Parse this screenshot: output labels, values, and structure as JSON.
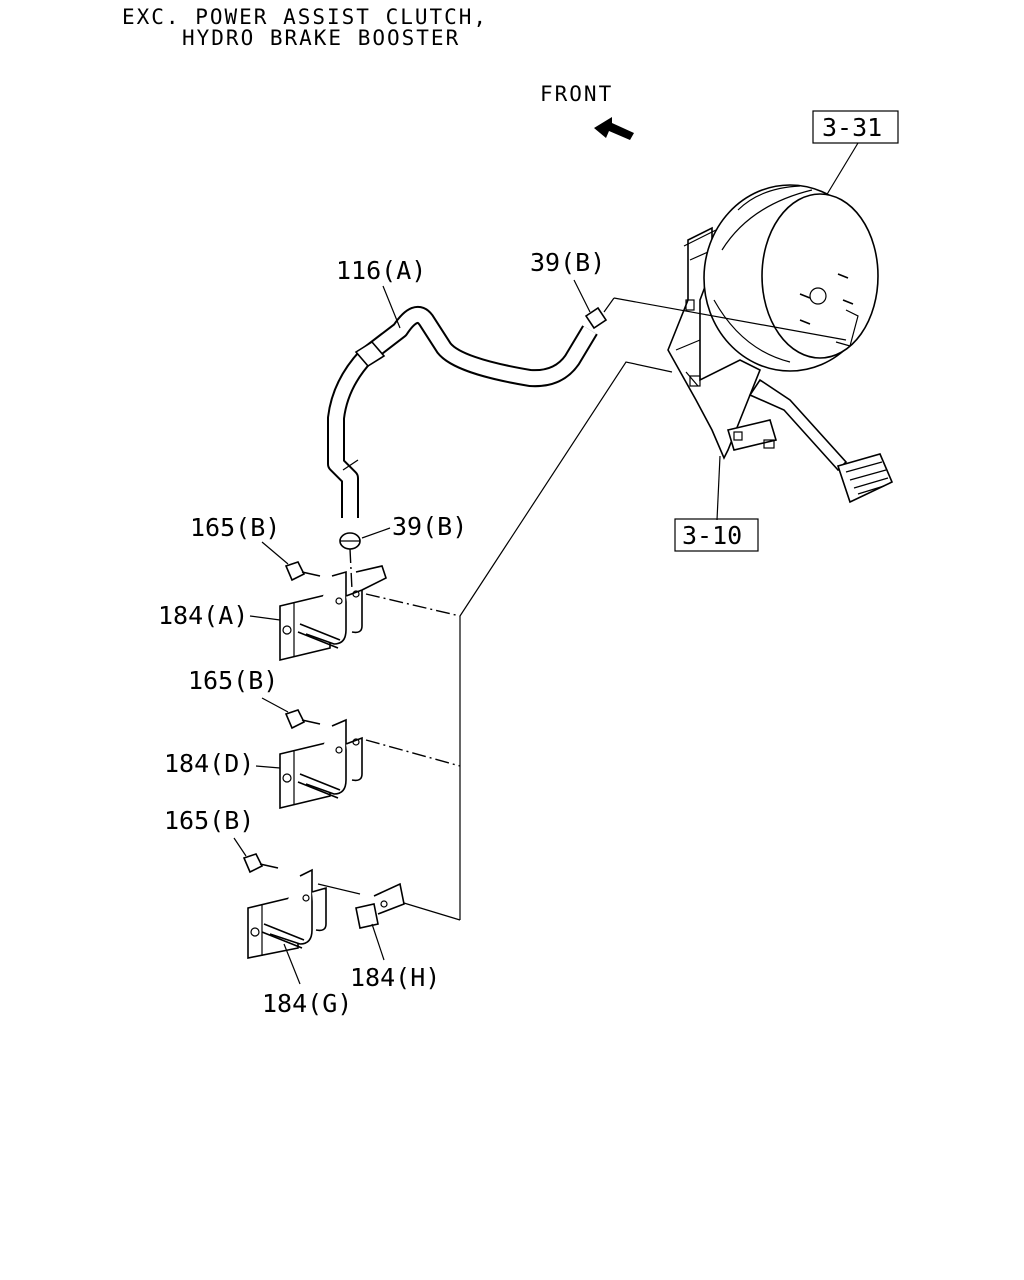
{
  "header": {
    "line1": "EXC. POWER ASSIST CLUTCH,",
    "line2": "HYDRO BRAKE BOOSTER"
  },
  "front_label": "FRONT",
  "labels": {
    "ref_3_31": "3-31",
    "ref_3_10": "3-10",
    "hose_116a": "116(A)",
    "clamp_39b_top": "39(B)",
    "clamp_39b_mid": "39(B)",
    "bolt_165b_1": "165(B)",
    "bolt_165b_2": "165(B)",
    "bolt_165b_3": "165(B)",
    "bracket_184a": "184(A)",
    "bracket_184d": "184(D)",
    "bracket_184g": "184(G)",
    "bracket_184h": "184(H)"
  }
}
